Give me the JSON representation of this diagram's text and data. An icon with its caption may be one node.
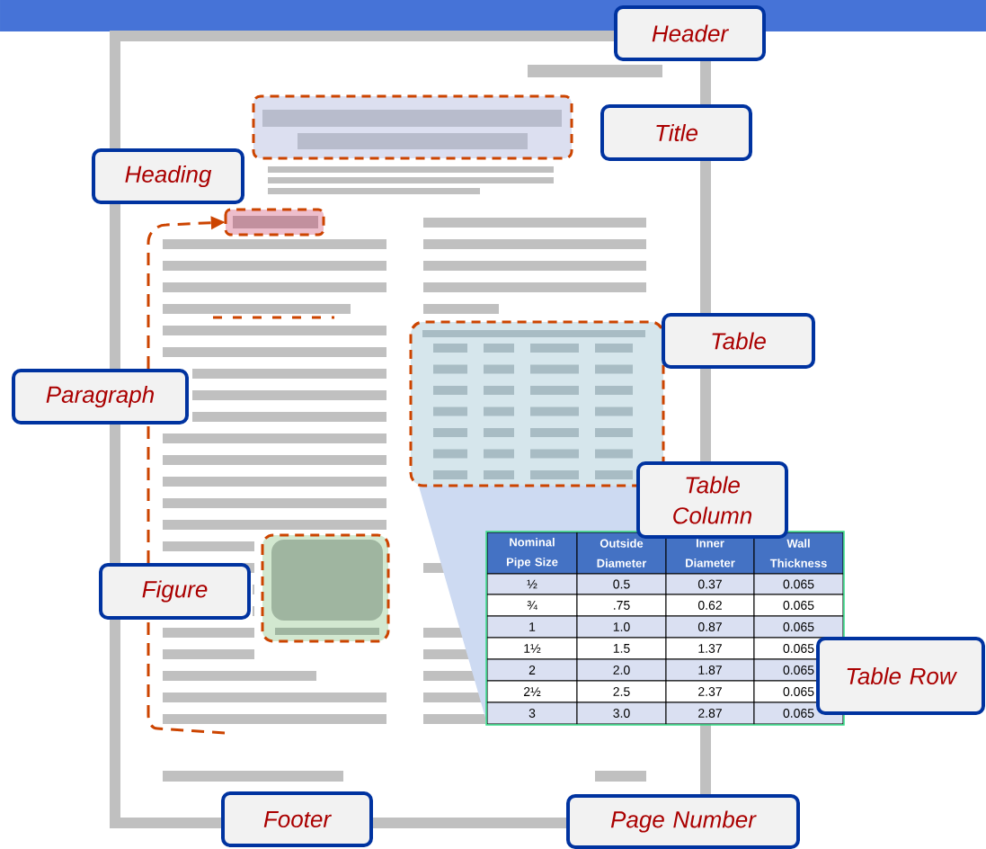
{
  "diagram": {
    "nodes": [
      {
        "text": [
          "Header"
        ]
      },
      {
        "text": [
          "Title"
        ]
      },
      {
        "text": [
          "Heading"
        ]
      },
      {
        "text": [
          "Paragraph"
        ]
      },
      {
        "text": [
          "Table"
        ]
      },
      {
        "text": [
          "Table Column"
        ]
      },
      {
        "text": [
          "Figure"
        ]
      },
      {
        "text": [
          "Table Row"
        ]
      },
      {
        "text": [
          "Footer"
        ]
      },
      {
        "text": [
          "Page Number"
        ]
      },
      {
        "text": [],
        "shape": "box"
      }
    ],
    "edges": [
      {
        "from": null,
        "to": 10,
        "arrow": "to",
        "style": "dashed",
        "color": "#cc4400"
      }
    ],
    "labels": [
      "Nominal Pipe Size",
      "Outside Diameter",
      "Inner Diameter",
      "Wall Thickness",
      "½",
      "0.5",
      "0.37",
      "0.065",
      "¾",
      ".75",
      "0.62",
      "0.065",
      "1",
      "1.0",
      "0.87",
      "0.065",
      "1½",
      "1.5",
      "1.37",
      "0.065",
      "2",
      "2.0",
      "1.87",
      "0.065",
      "2½",
      "2.5",
      "2.37",
      "0.065",
      "3",
      "3.0",
      "2.87",
      "0.065"
    ]
  }
}
